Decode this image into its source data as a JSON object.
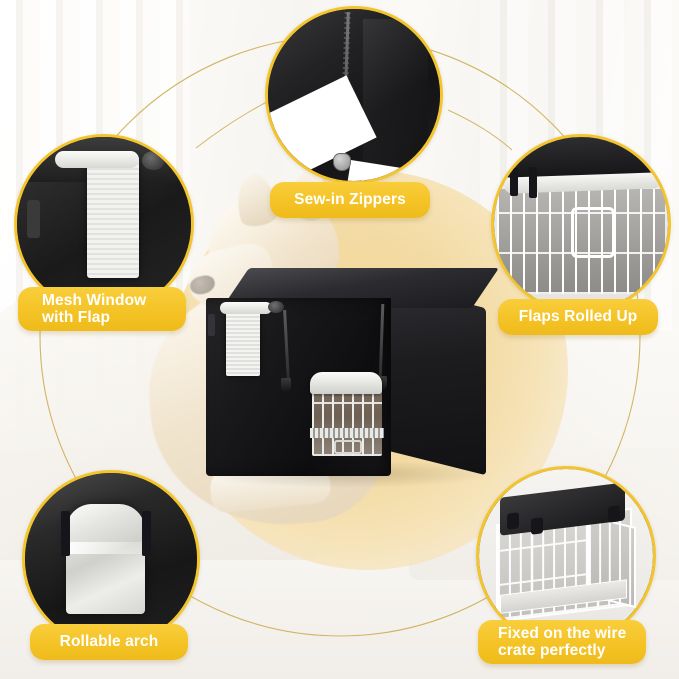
{
  "scene": {
    "background_color": "#fbfaf8",
    "accent_color": "#f4c326",
    "badge_text_color": "#ffffff",
    "ring_color": "#f3c42c",
    "connector_color": "#c9a94a",
    "center_glow_color": "#f2daa2",
    "product_color": "#141416"
  },
  "product": {
    "name": "black-dog-crate-cover",
    "alt": "Black polyester dog crate cover on a wire crate",
    "features_shown": [
      "rolled mesh side window",
      "sew-in side zippers",
      "front door flap with mesh window",
      "buckle fasteners"
    ]
  },
  "background": {
    "dog_alt": "husky dog lying behind the covered crate",
    "room_alt": "living room with white curtains and light floor"
  },
  "callouts": [
    {
      "id": "mesh-window",
      "label": "Mesh Window\nwith Flap",
      "align": "left",
      "photo_alt": "close-up of the rolled-up white mesh window with its black flap and buckle"
    },
    {
      "id": "sew-in-zippers",
      "label": "Sew-in Zippers",
      "align": "center",
      "photo_alt": "close-up of a sewn-in zipper with metal pull on the black cover corner"
    },
    {
      "id": "flaps-rolled-up",
      "label": "Flaps Rolled Up",
      "align": "center",
      "photo_alt": "close-up of the cover flaps rolled up and strapped above a wire crate"
    },
    {
      "id": "rollable-arch",
      "label": "Rollable arch",
      "align": "center",
      "photo_alt": "close-up of the silver reflective rollable arch panel on the black cover"
    },
    {
      "id": "fixed-on-crate",
      "label": "Fixed on the wire\ncrate perfectly",
      "align": "left",
      "photo_alt": "black cover fitted over the top of a white wire dog crate"
    }
  ]
}
